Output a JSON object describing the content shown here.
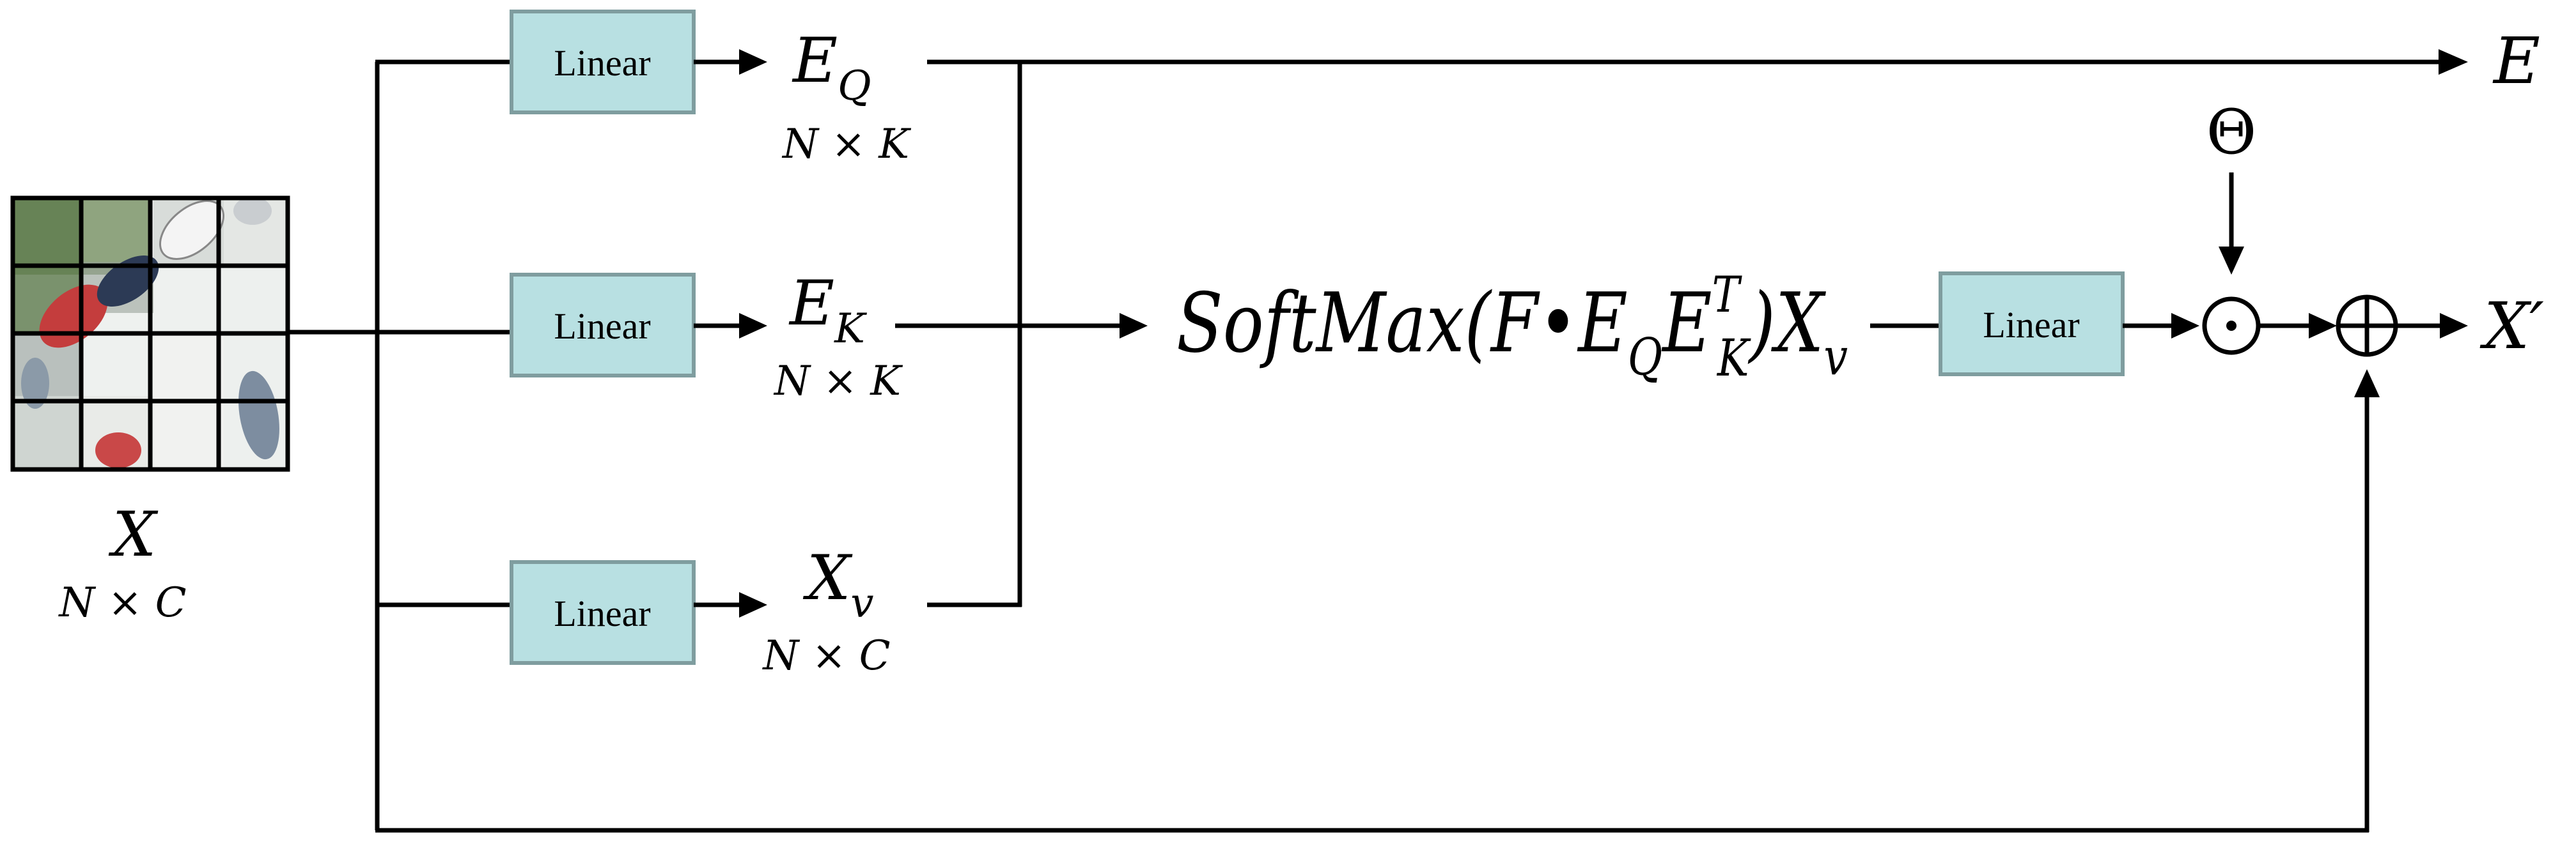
{
  "colors": {
    "box_fill": "#b8e0e2",
    "box_stroke": "#7f9d9f",
    "line": "#000000",
    "grid": "#000000"
  },
  "input": {
    "symbol": "X",
    "shape": "N × C",
    "image_icon": "aerial-parking-lot-patch-grid"
  },
  "branches": {
    "query": {
      "box_label": "Linear",
      "symbol": "E",
      "subscript": "Q",
      "shape": "N × K"
    },
    "key": {
      "box_label": "Linear",
      "symbol": "E",
      "subscript": "K",
      "shape": "N × K"
    },
    "value": {
      "box_label": "Linear",
      "symbol": "X",
      "subscript": "v",
      "shape": "N × C"
    }
  },
  "attention": {
    "formula_parts": {
      "softmax": "SoftMax(",
      "f": "F",
      "dot": "•",
      "e1": "E",
      "e1_sub": "Q",
      "e2": "E",
      "e2_sub": "K",
      "e2_sup": "T",
      "close": ")",
      "x": "X",
      "x_sub": "v"
    }
  },
  "post": {
    "box_label": "Linear",
    "theta": "Θ",
    "hadamard_icon": "odot-icon",
    "add_icon": "oplus-icon"
  },
  "outputs": {
    "e": "E",
    "x_prime": "X′"
  }
}
